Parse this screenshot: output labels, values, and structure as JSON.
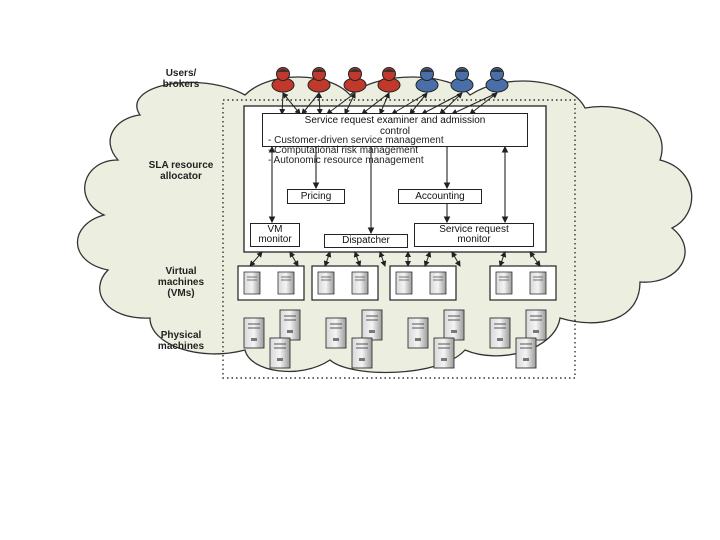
{
  "layers": {
    "users": "Users/ brokers",
    "sla": "SLA resource allocator",
    "vms": "Virtual machines (VMs)",
    "physical": "Physical machines"
  },
  "examiner": {
    "title": "Service request examiner and admission control",
    "items": [
      "- Customer-driven service management",
      "- Computational risk management",
      "- Autonomic resource management"
    ]
  },
  "components": {
    "pricing": "Pricing",
    "accounting": "Accounting",
    "vm_monitor": "VM monitor",
    "dispatcher": "Dispatcher",
    "service_monitor": "Service request monitor"
  },
  "colors": {
    "cloud_fill": "#ecefe0",
    "user_red": "#c0392b",
    "user_blue": "#4a6fa8",
    "line": "#222222"
  },
  "icons": {
    "user": "person-icon",
    "vm": "server-icon",
    "physical": "server-tower-icon"
  }
}
